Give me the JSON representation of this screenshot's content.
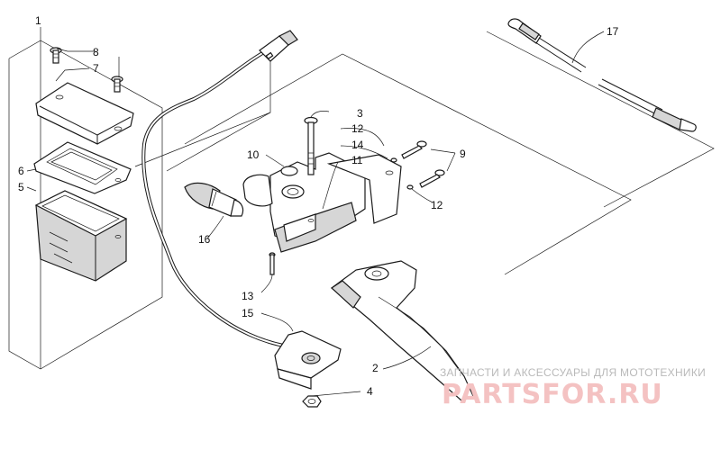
{
  "diagram": {
    "callouts": [
      {
        "id": "c1",
        "label": "1"
      },
      {
        "id": "c2",
        "label": "2"
      },
      {
        "id": "c3",
        "label": "3"
      },
      {
        "id": "c4",
        "label": "4"
      },
      {
        "id": "c5",
        "label": "5"
      },
      {
        "id": "c6",
        "label": "6"
      },
      {
        "id": "c7",
        "label": "7"
      },
      {
        "id": "c8",
        "label": "8"
      },
      {
        "id": "c9",
        "label": "9"
      },
      {
        "id": "c10",
        "label": "10"
      },
      {
        "id": "c11",
        "label": "11"
      },
      {
        "id": "c12a",
        "label": "12"
      },
      {
        "id": "c12b",
        "label": "12"
      },
      {
        "id": "c13",
        "label": "13"
      },
      {
        "id": "c14",
        "label": "14"
      },
      {
        "id": "c15",
        "label": "15"
      },
      {
        "id": "c16",
        "label": "16"
      },
      {
        "id": "c17",
        "label": "17"
      }
    ]
  },
  "watermark": {
    "tagline": "ЗАПЧАСТИ И АКСЕССУАРЫ ДЛЯ МОТОТЕХНИКИ",
    "logo": "PARTSFOR.RU"
  }
}
